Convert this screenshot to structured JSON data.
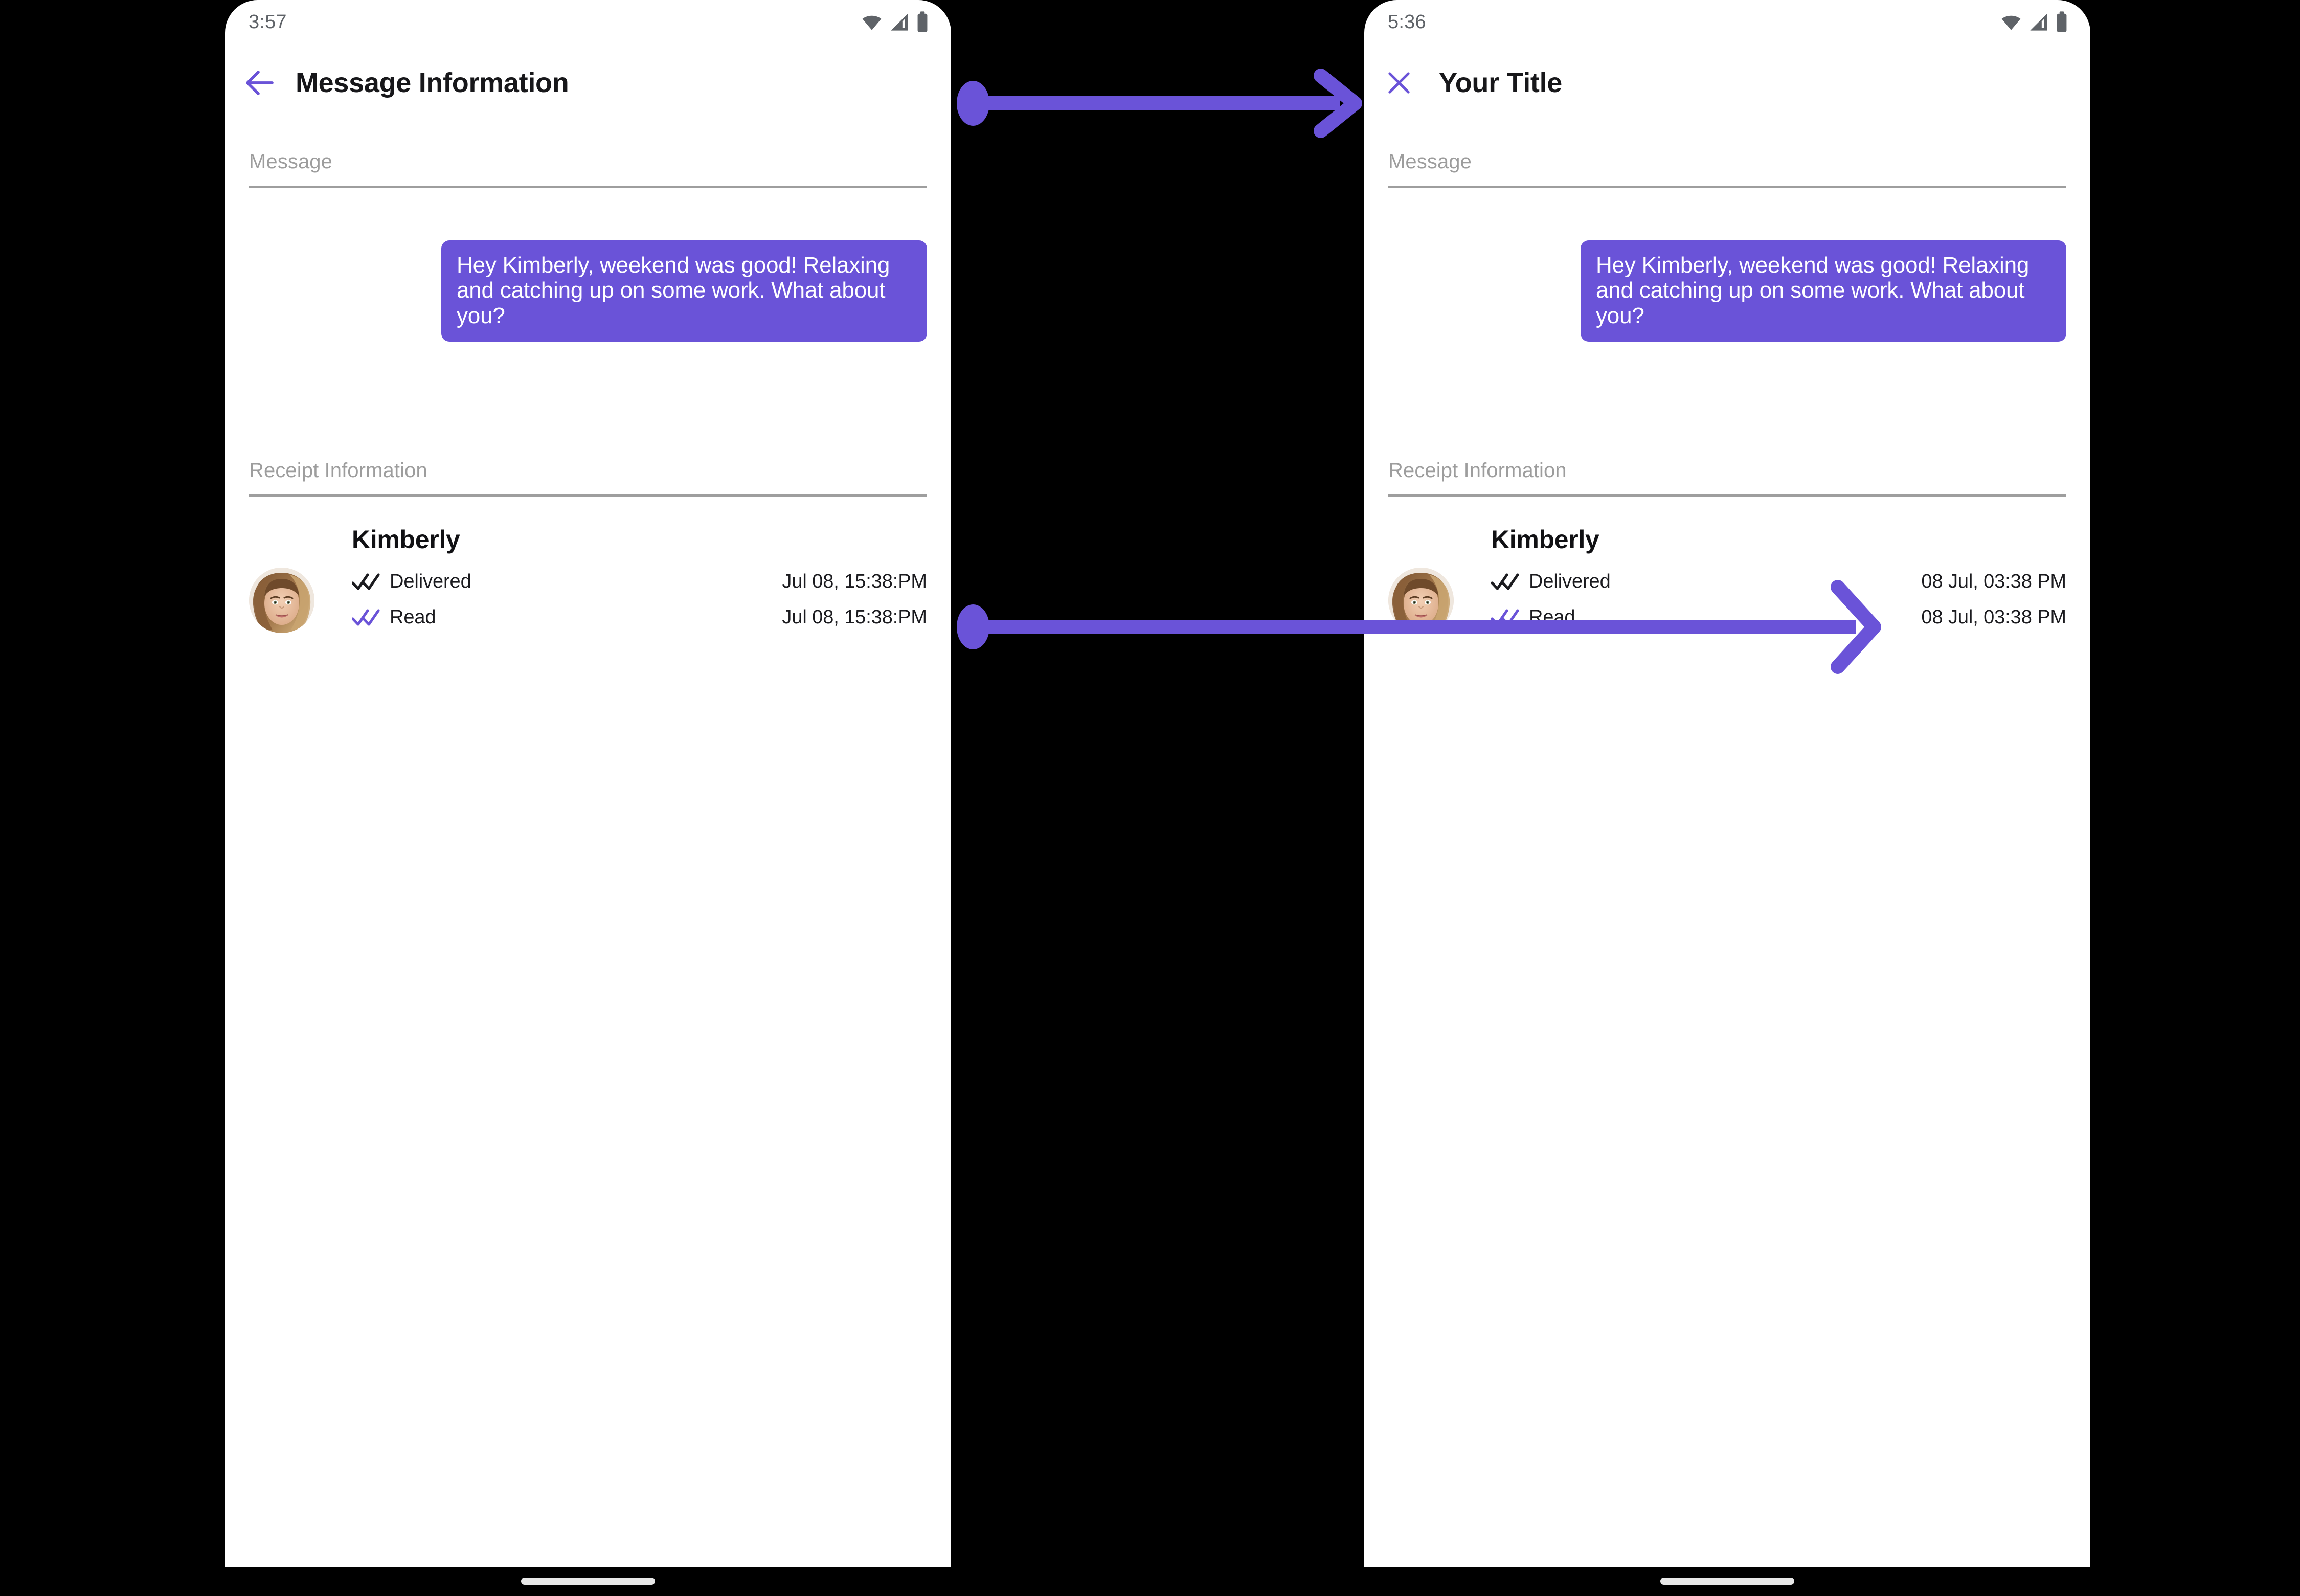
{
  "accent_color": "#6A53D8",
  "background_color": "#000000",
  "screens": [
    {
      "id": "before",
      "status_bar": {
        "time": "3:57",
        "icons": [
          "wifi-icon",
          "cellular-signal-icon",
          "battery-icon"
        ]
      },
      "app_bar": {
        "nav_icon": "back-arrow-icon",
        "title": "Message Information"
      },
      "message_section": {
        "label": "Message",
        "bubble_text": "Hey Kimberly, weekend was good!  Relaxing and catching up on some work.  What about you?"
      },
      "receipt_section": {
        "label": "Receipt Information",
        "contact_name": "Kimberly",
        "avatar": "contact-photo",
        "rows": [
          {
            "icon": "double-check-icon",
            "icon_color": "#1b1b1f",
            "status": "Delivered",
            "time": "Jul 08, 15:38:PM"
          },
          {
            "icon": "double-check-icon",
            "icon_color": "#6A53D8",
            "status": "Read",
            "time": "Jul 08, 15:38:PM"
          }
        ]
      }
    },
    {
      "id": "after",
      "status_bar": {
        "time": "5:36",
        "icons": [
          "wifi-icon",
          "cellular-signal-icon",
          "battery-icon"
        ]
      },
      "app_bar": {
        "nav_icon": "close-x-icon",
        "title": "Your Title"
      },
      "message_section": {
        "label": "Message",
        "bubble_text": "Hey Kimberly, weekend was good!  Relaxing and catching up on some work.  What about you?"
      },
      "receipt_section": {
        "label": "Receipt Information",
        "contact_name": "Kimberly",
        "avatar": "contact-photo",
        "rows": [
          {
            "icon": "double-check-icon",
            "icon_color": "#1b1b1f",
            "status": "Delivered",
            "time": "08 Jul, 03:38 PM"
          },
          {
            "icon": "double-check-icon",
            "icon_color": "#6A53D8",
            "status": "Read",
            "time": "08 Jul, 03:38 PM"
          }
        ]
      }
    }
  ],
  "annotations": [
    {
      "id": "arrow-title",
      "type": "callout-arrow",
      "color": "#6A53D8"
    },
    {
      "id": "arrow-timestamp",
      "type": "callout-arrow",
      "color": "#6A53D8"
    }
  ]
}
